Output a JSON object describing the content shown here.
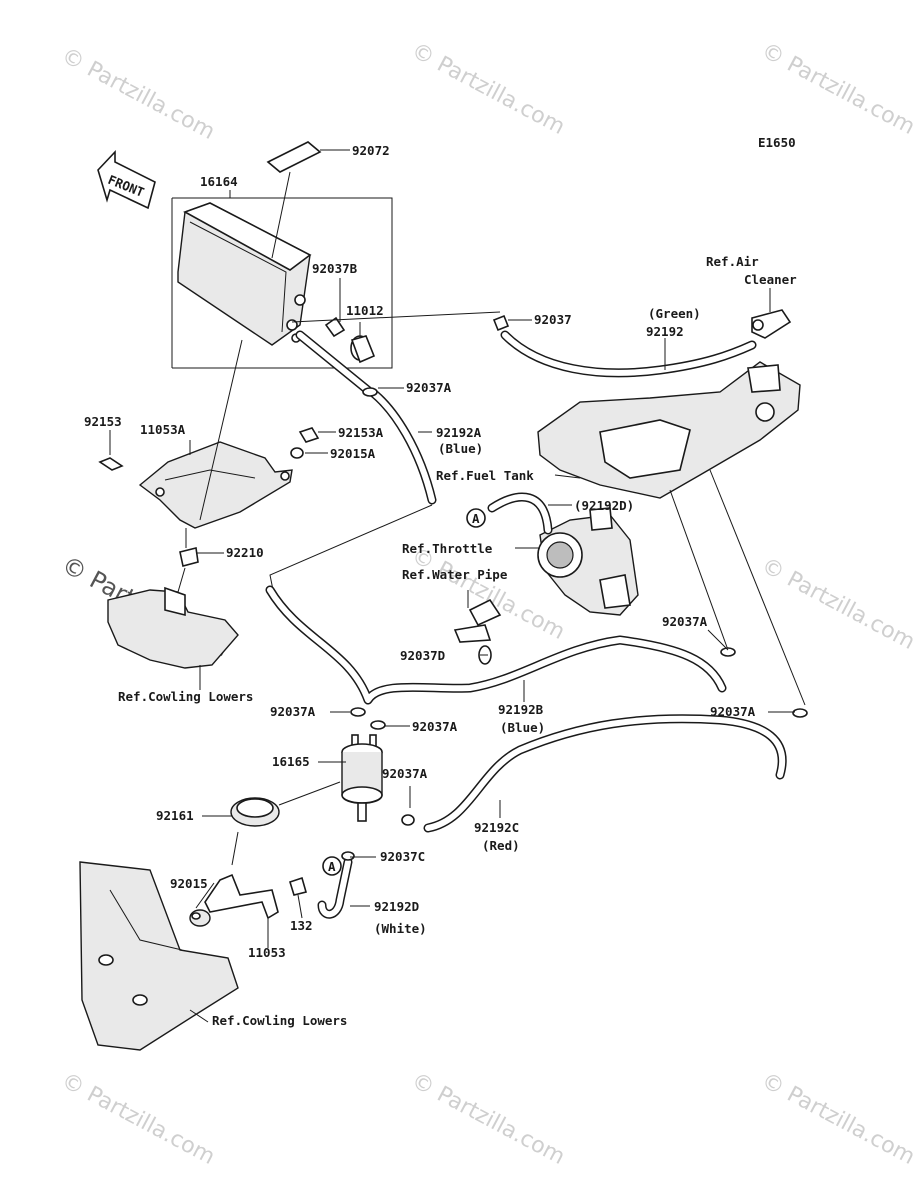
{
  "diagram": {
    "code": "E1650",
    "front_label": "FRONT",
    "watermark_text": "© Partzilla.com",
    "marker_a": "A",
    "labels": {
      "p16164": "16164",
      "p92072": "92072",
      "p92037B": "92037B",
      "p11012": "11012",
      "p92037_top": "92037",
      "p92037A_1": "92037A",
      "p92153": "92153",
      "p11053A": "11053A",
      "p92153A": "92153A",
      "p92015A": "92015A",
      "p92192A": "92192A",
      "p92192A_color": "(Blue)",
      "p92210": "92210",
      "ref_cowling_top": "Ref.Cowling Lowers",
      "ref_air": "Ref.Air",
      "ref_air2": "Cleaner",
      "green": "(Green)",
      "p92192": "92192",
      "ref_fuel_tank": "Ref.Fuel Tank",
      "p92192D_paren": "(92192D)",
      "ref_throttle": "Ref.Throttle",
      "ref_water_pipe": "Ref.Water Pipe",
      "p92037D": "92037D",
      "p92037A_2": "92037A",
      "p92037A_3": "92037A",
      "p92192B": "92192B",
      "p92192B_color": "(Blue)",
      "p92037A_4": "92037A",
      "p92037A_5": "92037A",
      "p16165": "16165",
      "p92037A_6": "92037A",
      "p92161": "92161",
      "p92192C": "92192C",
      "p92192C_color": "(Red)",
      "p92037C": "92037C",
      "p92015": "92015",
      "p132": "132",
      "p92192D": "92192D",
      "p92192D_color": "(White)",
      "p11053": "11053",
      "ref_cowling_bottom": "Ref.Cowling Lowers"
    }
  }
}
